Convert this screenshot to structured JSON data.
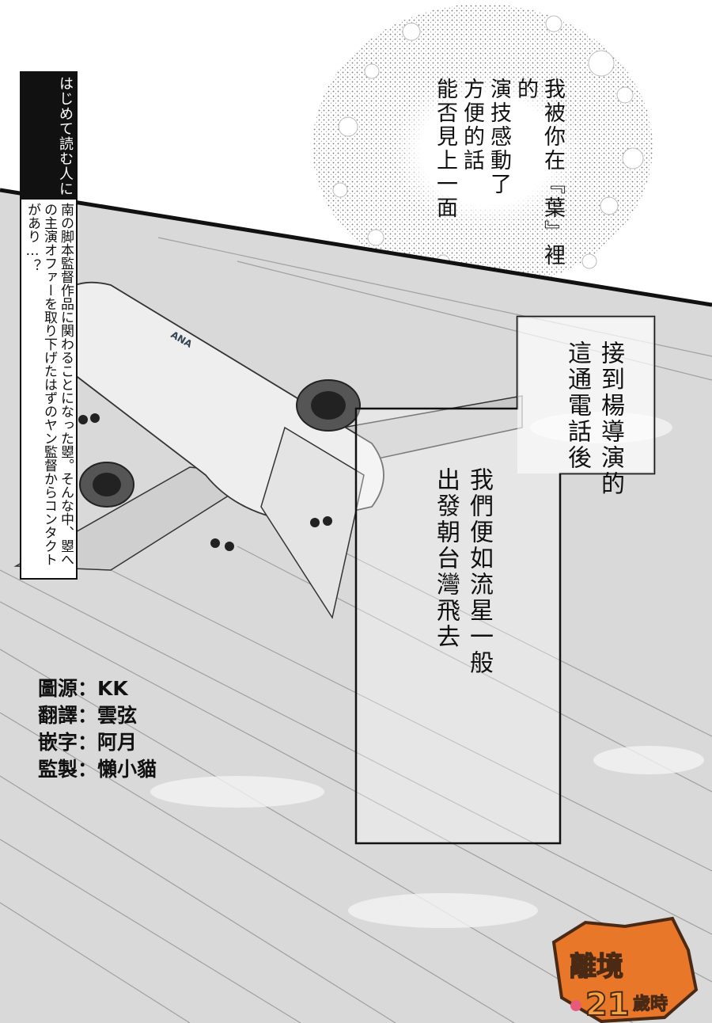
{
  "sidebar_note": {
    "heading": [
      "はじめて",
      "読む人に"
    ],
    "body": [
      "南の脚本監督作品に関わることになった曌。そんな中、曌への主演",
      "オファーを取り下げたはずのヤン監督からコンタクトがあり…？"
    ]
  },
  "speech_bubble": {
    "lines": [
      "我被你在『葉』裡的",
      "演技感動了",
      "方便的話",
      "能否見上一面"
    ]
  },
  "caption_box": {
    "upper_lines": [
      "接到楊導演的",
      "這通電話後"
    ],
    "lower_lines": [
      "我們便如流星一般",
      "出發朝台灣飛去"
    ]
  },
  "credits": [
    {
      "role": "圖源",
      "name": "KK"
    },
    {
      "role": "翻譯",
      "name": "雲弦"
    },
    {
      "role": "嵌字",
      "name": "阿月"
    },
    {
      "role": "監製",
      "name": "懶小貓"
    }
  ],
  "separator": "：",
  "airplane_livery": "ANA",
  "logo": {
    "text": "離境21歲時",
    "colors": {
      "orange": "#e8772a",
      "brown": "#4a2a14",
      "pink": "#e85a7a"
    }
  }
}
